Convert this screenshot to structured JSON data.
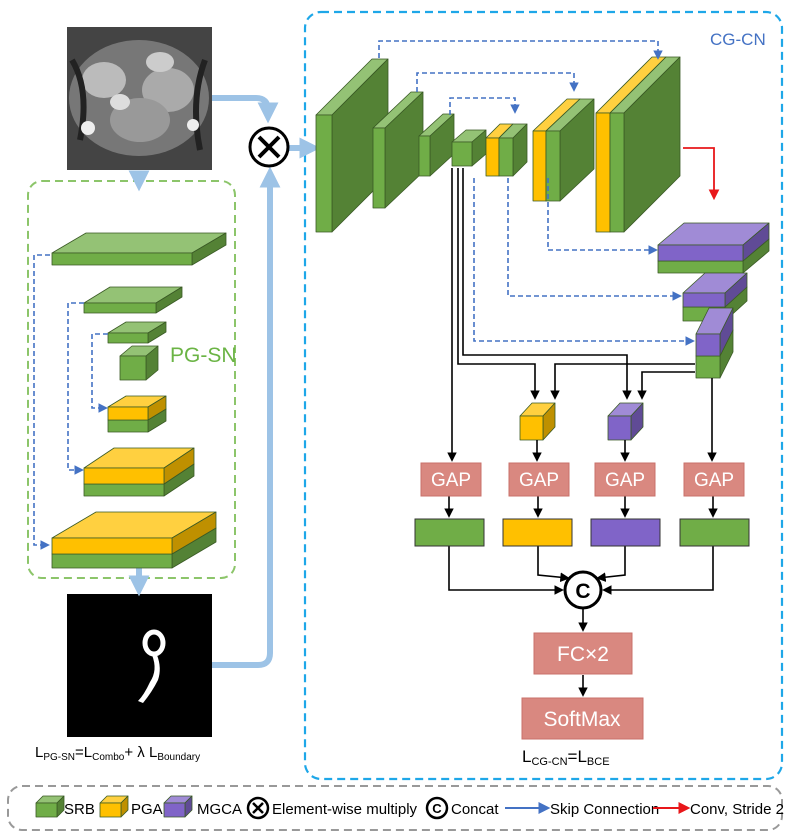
{
  "networks": {
    "pg": {
      "title": "PG-SN",
      "loss": {
        "lhs": "L",
        "lhs_sub": "PG-SN",
        "eq": "=L",
        "t1_sub": "Combo",
        "plus": "+ λ L",
        "t2_sub": "Boundary"
      }
    },
    "cg": {
      "title": "CG-CN",
      "loss": {
        "lhs": "L",
        "lhs_sub": "CG-CN",
        "eq": "=L",
        "t1_sub": "BCE"
      }
    }
  },
  "ops": {
    "multiply_symbol": "⊗",
    "concat_symbol": "C",
    "gap_labels": [
      "GAP",
      "GAP",
      "GAP",
      "GAP"
    ],
    "fc_label": "FC×2",
    "softmax_label": "SoftMax"
  },
  "legend": {
    "srb": "SRB",
    "pga": "PGA",
    "mgca": "MGCA",
    "multiply": "Element-wise multiply",
    "concat": "Concat",
    "skip": "Skip Connection",
    "conv": "Conv, Stride 2"
  },
  "colors": {
    "srb": "#70AD47",
    "pga": "#FFC000",
    "mgca": "#8064C8",
    "gap": "#D98880",
    "skip": "#4472C4",
    "conv": "#E8171A",
    "pg_border": "#8CC56A",
    "cg_border": "#1EA7E8",
    "main_arrow": "#9DC3E6"
  },
  "icons": [
    "mri-input-image",
    "segmentation-mask-image",
    "multiply-icon",
    "concat-icon"
  ]
}
